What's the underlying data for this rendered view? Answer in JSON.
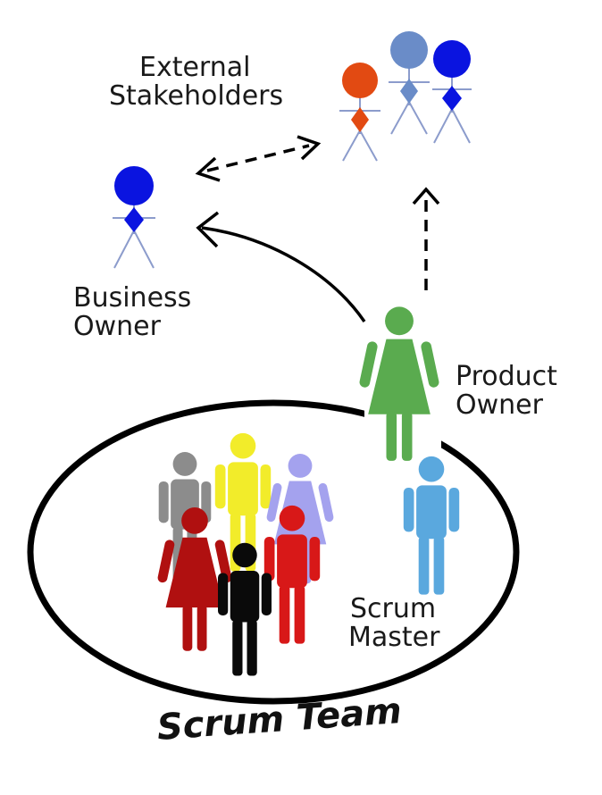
{
  "labels": {
    "external_stakeholders": [
      "External",
      "Stakeholders"
    ],
    "business_owner": [
      "Business",
      "Owner"
    ],
    "product_owner": [
      "Product",
      "Owner"
    ],
    "scrum_master": [
      "Scrum",
      "Master"
    ],
    "scrum_team": "Scrum Team"
  },
  "colors": {
    "stakeholder_orange": "#e24a12",
    "stakeholder_steel": "#6a8cc8",
    "stakeholder_blue": "#0a14e0",
    "business_owner": "#0a14e0",
    "stick_lines": "#8c9ccc",
    "product_owner": "#5aab4f",
    "scrum_master": "#5aa8de",
    "team_gray": "#8c8c8c",
    "team_yellow": "#f2ec2a",
    "team_lavender": "#a4a2ee",
    "team_darkred": "#b01010",
    "team_black": "#0a0a0a",
    "team_red": "#d81818"
  }
}
